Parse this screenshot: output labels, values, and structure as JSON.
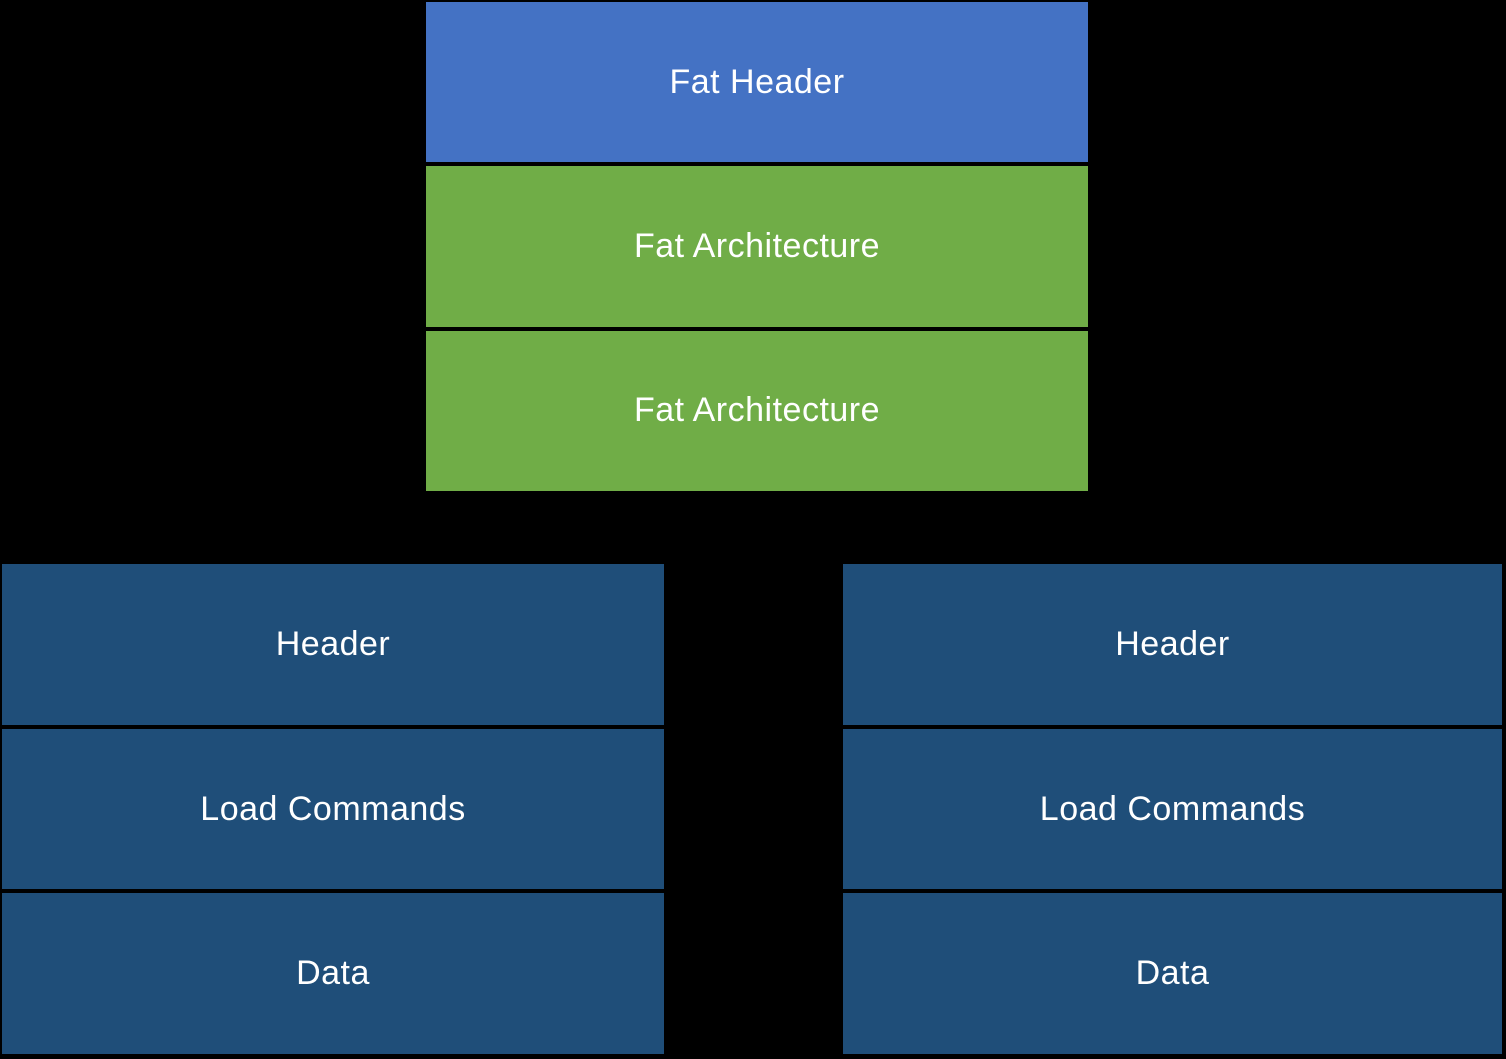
{
  "canvas": {
    "background": "#000000",
    "text_color": "#FFFFFF"
  },
  "colors": {
    "fat_header_blue": "#4472C4",
    "fat_architecture_green": "#70AD47",
    "macho_navy": "#1F4E79",
    "divider_black": "#000000"
  },
  "stacks": {
    "fat_binary": {
      "boxes": [
        {
          "label": "Fat Header",
          "color": "#4472C4"
        },
        {
          "label": "Fat Architecture",
          "color": "#70AD47"
        },
        {
          "label": "Fat Architecture",
          "color": "#70AD47"
        }
      ]
    },
    "macho_left": {
      "boxes": [
        {
          "label": "Header",
          "color": "#1F4E79"
        },
        {
          "label": "Load Commands",
          "color": "#1F4E79"
        },
        {
          "label": "Data",
          "color": "#1F4E79"
        }
      ]
    },
    "macho_right": {
      "boxes": [
        {
          "label": "Header",
          "color": "#1F4E79"
        },
        {
          "label": "Load Commands",
          "color": "#1F4E79"
        },
        {
          "label": "Data",
          "color": "#1F4E79"
        }
      ]
    }
  }
}
